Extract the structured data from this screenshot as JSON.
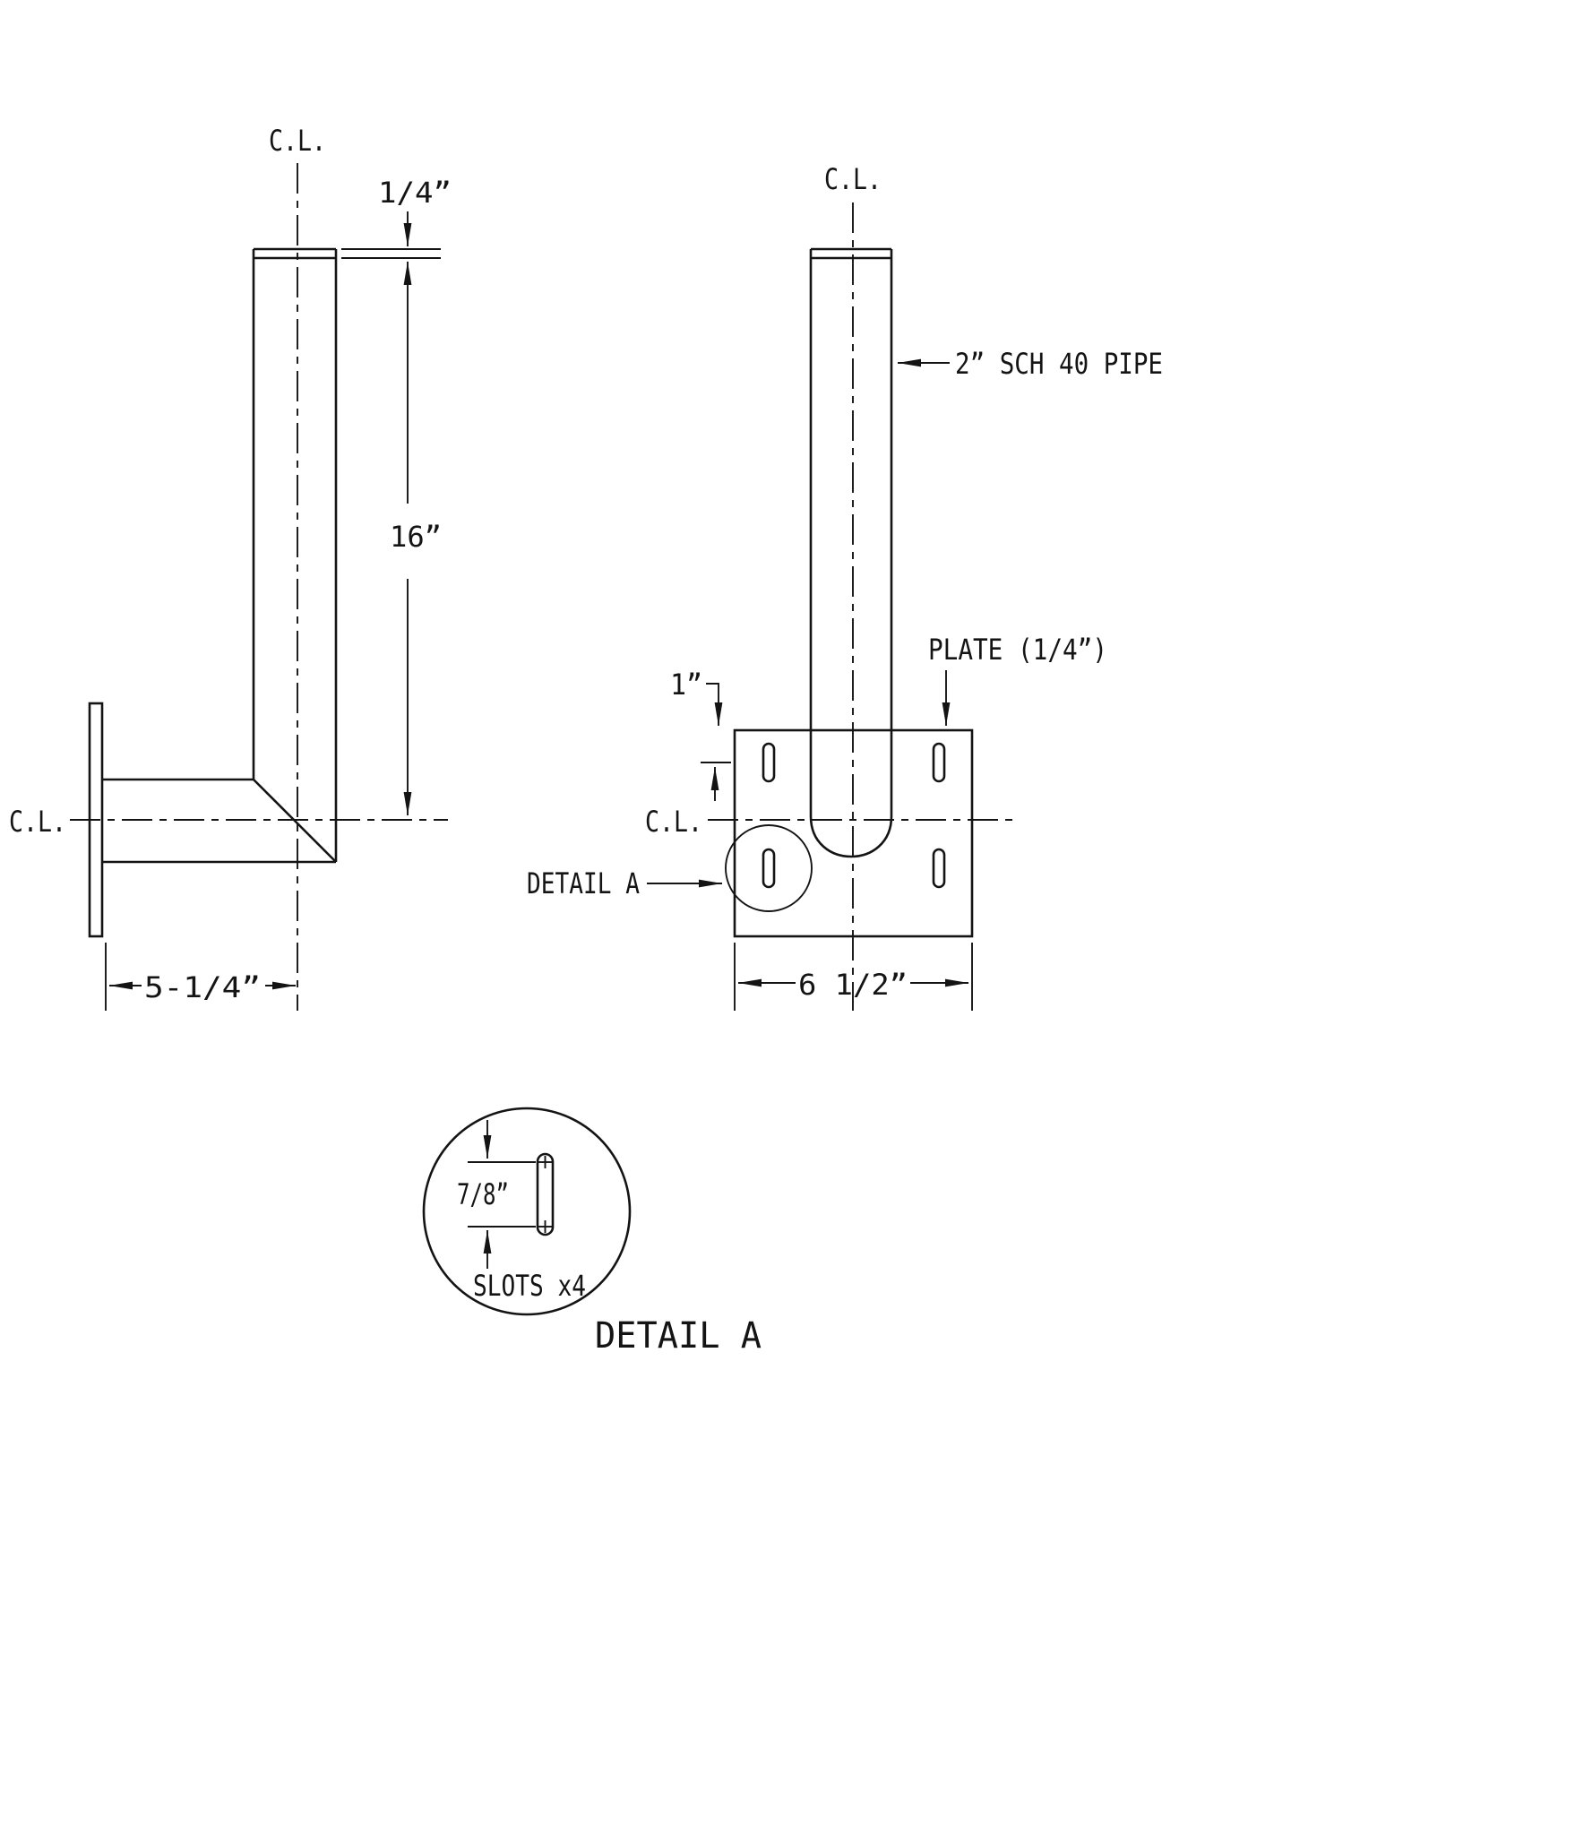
{
  "colors": {
    "line": "#141414",
    "background": "#ffffff"
  },
  "side_view": {
    "cl_top": "C.L.",
    "cl_left": "C.L.",
    "dim_cap_thickness": "1/4”",
    "dim_pipe_height": "16”",
    "dim_arm_offset": "5-1/4”"
  },
  "front_view": {
    "cl_top": "C.L.",
    "cl_left": "C.L.",
    "pipe_callout": "2” SCH 40 PIPE",
    "plate_callout": "PLATE (1/4”)",
    "dim_slot_offset": "1”",
    "dim_plate_width": "6 1/2”",
    "detail_callout": "DETAIL A"
  },
  "detail_a": {
    "dim_slot_length": "7/8”",
    "slots_label": "SLOTS x4",
    "title": "DETAIL A"
  }
}
